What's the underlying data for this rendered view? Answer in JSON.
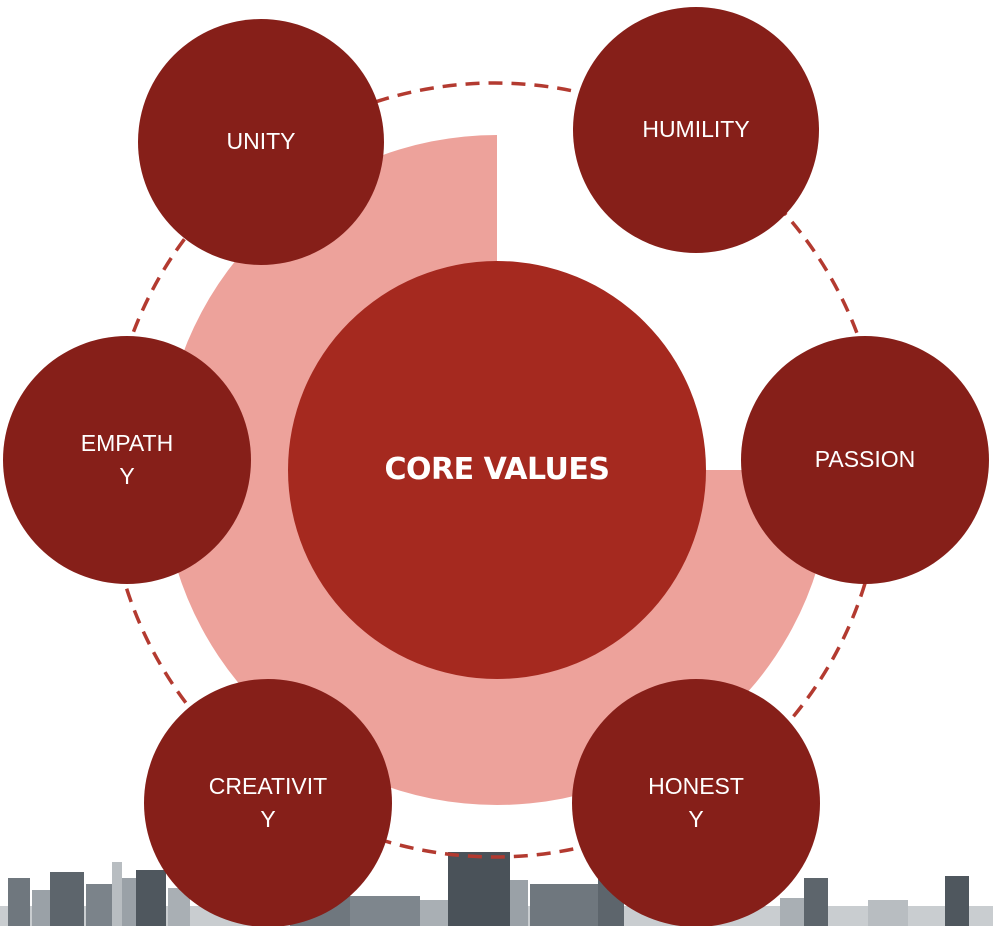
{
  "diagram": {
    "center_title": "CORE VALUES",
    "values": [
      {
        "id": "unity",
        "label": "UNITY"
      },
      {
        "id": "humility",
        "label": "HUMILITY"
      },
      {
        "id": "passion",
        "label": "PASSION"
      },
      {
        "id": "honesty",
        "label": "HONEST\nY"
      },
      {
        "id": "creativity",
        "label": "CREATIVIT\nY"
      },
      {
        "id": "empathy",
        "label": "EMPATH\nY"
      }
    ]
  },
  "colors": {
    "outer_circle": "#861f19",
    "center_circle": "#a5291f",
    "ring": "#eda29b",
    "dashed_line": "#b33a30",
    "skyline": "#8f969c"
  }
}
